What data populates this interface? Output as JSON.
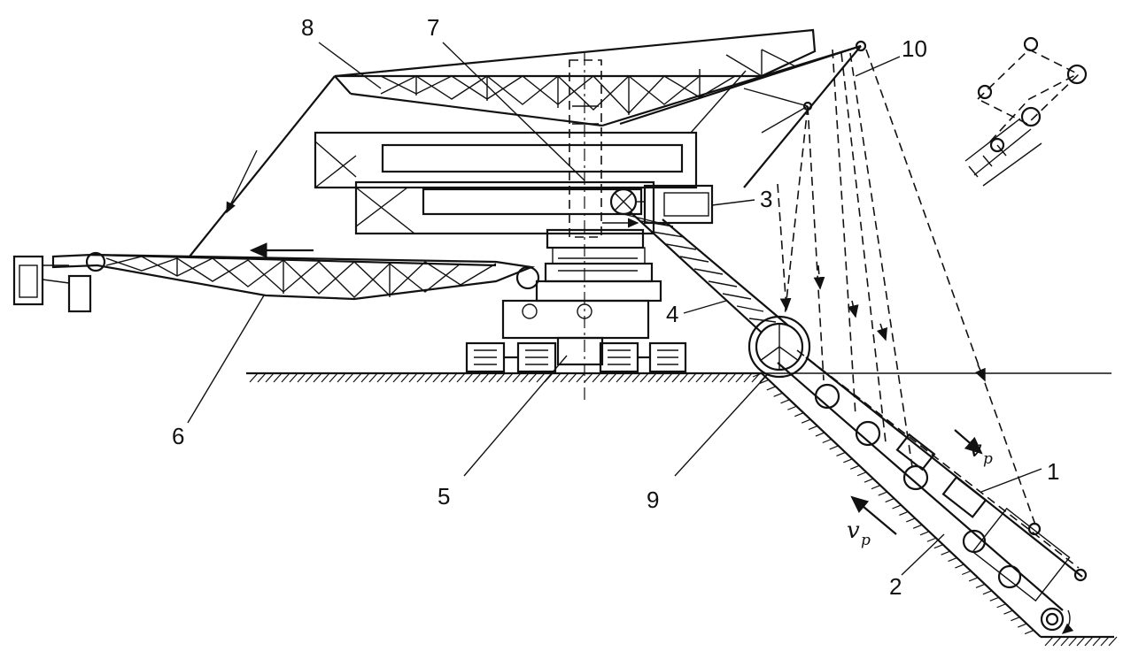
{
  "labels": {
    "l1": "1",
    "l2": "2",
    "l3": "3",
    "l4": "4",
    "l5": "5",
    "l6": "6",
    "l7": "7",
    "l8": "8",
    "l9": "9",
    "l10": "10"
  },
  "velocity": {
    "symbol": "v",
    "subscript": "p"
  }
}
